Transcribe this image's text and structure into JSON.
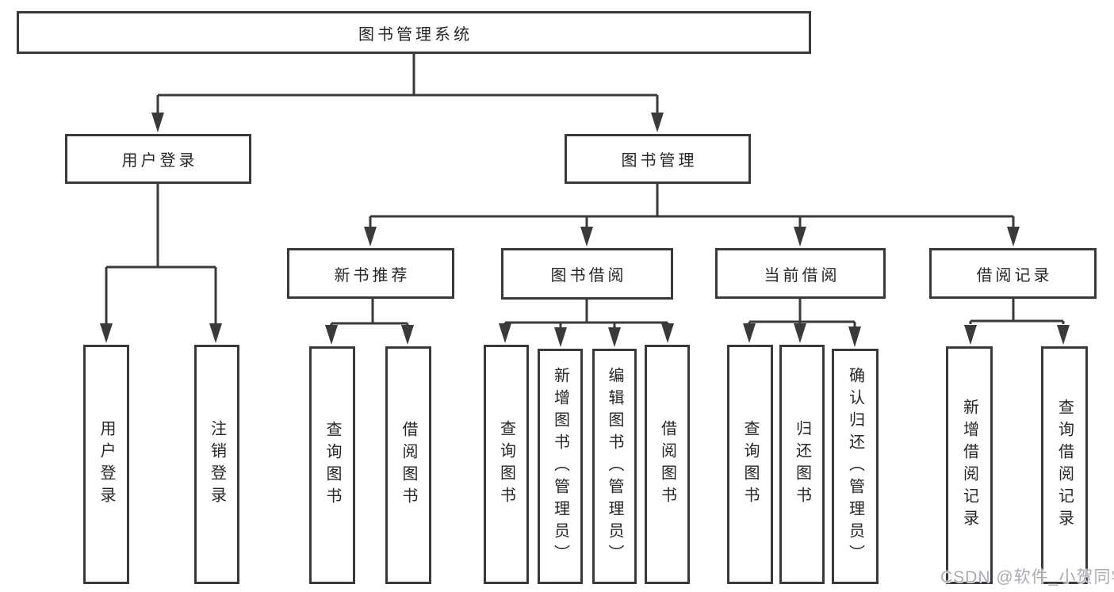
{
  "page": {
    "colors": {
      "background": "#ffffff",
      "box_bg": "#ffffff",
      "line_color": "#3a3a3d",
      "text_color": "#26262a",
      "watermark_color": "#a9adb2"
    },
    "watermark": {
      "text": "CSDN @软件_小贺同学"
    }
  },
  "tree": {
    "root": {
      "label": "图书管理系统"
    },
    "branches": {
      "user_login": {
        "label": "用户登录",
        "children": {
          "login": {
            "label": "用户登录"
          },
          "logout": {
            "label": "注销登录"
          }
        }
      },
      "book_mgmt": {
        "label": "图书管理",
        "children": {
          "new_book": {
            "label": "新书推荐",
            "children": {
              "query_book": {
                "label": "查询图书"
              },
              "borrow_book": {
                "label": "借阅图书"
              }
            }
          },
          "book_borrow": {
            "label": "图书借阅",
            "children": {
              "query_book": {
                "label": "查询图书"
              },
              "add_book": {
                "label": "新增图书（管理员）"
              },
              "edit_book": {
                "label": "编辑图书（管理员）"
              },
              "borrow_book": {
                "label": "借阅图书"
              }
            }
          },
          "current_borrow": {
            "label": "当前借阅",
            "children": {
              "query_book": {
                "label": "查询图书"
              },
              "return_book": {
                "label": "归还图书"
              },
              "confirm_return": {
                "label": "确认归还（管理员）"
              }
            }
          },
          "borrow_records": {
            "label": "借阅记录",
            "children": {
              "add_record": {
                "label": "新增借阅记录"
              },
              "query_record": {
                "label": "查询借阅记录"
              }
            }
          }
        }
      }
    }
  }
}
